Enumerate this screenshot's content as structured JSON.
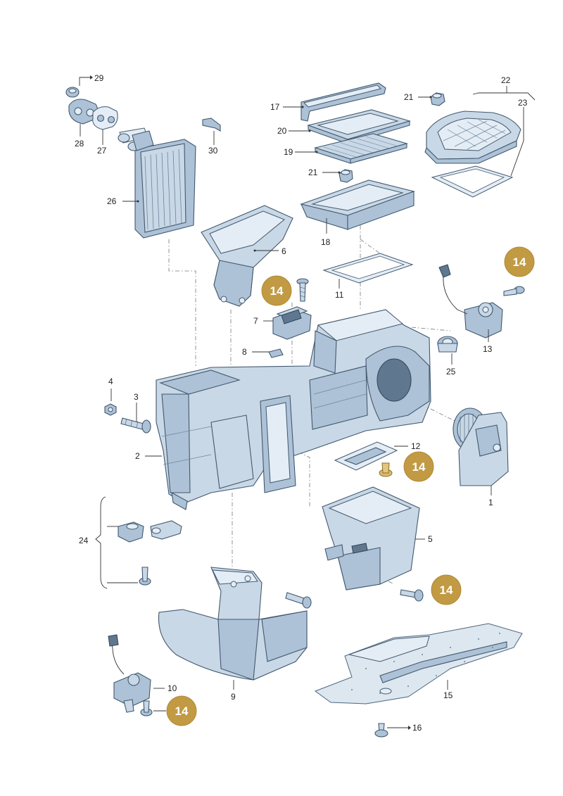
{
  "colors": {
    "badge": "#c19a43",
    "badge_text": "#ffffff",
    "part_fill": "#c9d8e6",
    "part_stroke": "#41586f"
  },
  "labels": {
    "l1": "1",
    "l2": "2",
    "l3": "3",
    "l4": "4",
    "l5": "5",
    "l6": "6",
    "l7": "7",
    "l8": "8",
    "l9": "9",
    "l10": "10",
    "l11": "11",
    "l12": "12",
    "l13": "13",
    "l15": "15",
    "l16": "16",
    "l17": "17",
    "l18": "18",
    "l19": "19",
    "l20": "20",
    "l21a": "21",
    "l21b": "21",
    "l22": "22",
    "l23": "23",
    "l24": "24",
    "l25": "25",
    "l26": "26",
    "l27": "27",
    "l28": "28",
    "l29": "29",
    "l30": "30"
  },
  "badges": {
    "b1": "14",
    "b2": "14",
    "b3": "14",
    "b4": "14",
    "b5": "14"
  }
}
